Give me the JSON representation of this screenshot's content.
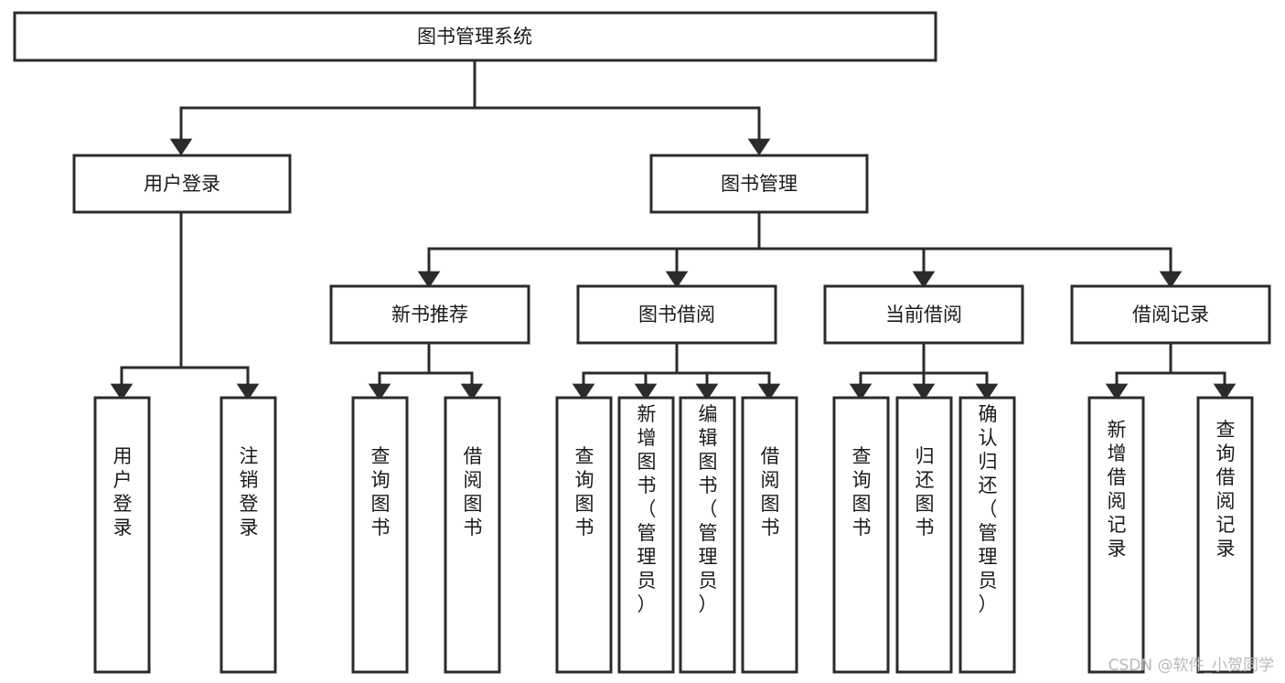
{
  "diagram": {
    "title": "图书管理系统",
    "type": "tree-hierarchy",
    "root": {
      "id": "root",
      "label": "图书管理系统",
      "orientation": "horizontal"
    },
    "level2": [
      {
        "id": "user-login",
        "label": "用户登录",
        "orientation": "horizontal"
      },
      {
        "id": "book-manage",
        "label": "图书管理",
        "orientation": "horizontal"
      }
    ],
    "level3": [
      {
        "id": "new-book-recommend",
        "label": "新书推荐",
        "orientation": "horizontal",
        "parent": "book-manage"
      },
      {
        "id": "book-borrow",
        "label": "图书借阅",
        "orientation": "horizontal",
        "parent": "book-manage"
      },
      {
        "id": "current-borrow",
        "label": "当前借阅",
        "orientation": "horizontal",
        "parent": "book-manage"
      },
      {
        "id": "borrow-record",
        "label": "借阅记录",
        "orientation": "horizontal",
        "parent": "book-manage"
      }
    ],
    "leaves": [
      {
        "id": "leaf-user-login",
        "label": "用户登录",
        "orientation": "vertical",
        "parent": "user-login"
      },
      {
        "id": "leaf-user-logout",
        "label": "注销登录",
        "orientation": "vertical",
        "parent": "user-login"
      },
      {
        "id": "leaf-query-book-1",
        "label": "查询图书",
        "orientation": "vertical",
        "parent": "new-book-recommend"
      },
      {
        "id": "leaf-borrow-book-1",
        "label": "借阅图书",
        "orientation": "vertical",
        "parent": "new-book-recommend"
      },
      {
        "id": "leaf-query-book-2",
        "label": "查询图书",
        "orientation": "vertical",
        "parent": "book-borrow"
      },
      {
        "id": "leaf-add-book",
        "label": "新增图书（管理员）",
        "orientation": "vertical",
        "parent": "book-borrow"
      },
      {
        "id": "leaf-edit-book",
        "label": "编辑图书（管理员）",
        "orientation": "vertical",
        "parent": "book-borrow"
      },
      {
        "id": "leaf-borrow-book-2",
        "label": "借阅图书",
        "orientation": "vertical",
        "parent": "book-borrow"
      },
      {
        "id": "leaf-query-book-3",
        "label": "查询图书",
        "orientation": "vertical",
        "parent": "current-borrow"
      },
      {
        "id": "leaf-return-book",
        "label": "归还图书",
        "orientation": "vertical",
        "parent": "current-borrow"
      },
      {
        "id": "leaf-confirm-return",
        "label": "确认归还（管理员）",
        "orientation": "vertical",
        "parent": "current-borrow"
      },
      {
        "id": "leaf-add-record",
        "label": "新增借阅记录",
        "orientation": "vertical",
        "parent": "borrow-record"
      },
      {
        "id": "leaf-query-record",
        "label": "查询借阅记录",
        "orientation": "vertical",
        "parent": "borrow-record"
      }
    ]
  },
  "watermark": {
    "text": "CSDN @软件_小贺同学"
  },
  "colors": {
    "box_stroke": "#2b2b2b",
    "box_fill": "#ffffff",
    "text": "#1a1a1a",
    "watermark": "#b9b9b9",
    "background": "#ffffff"
  }
}
